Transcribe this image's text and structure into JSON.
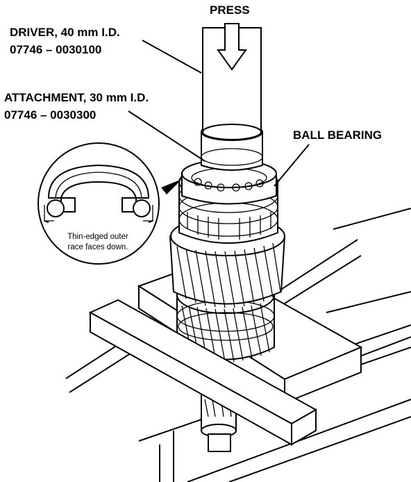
{
  "labels": {
    "press": "PRESS",
    "driver_line1": "DRIVER, 40 mm I.D.",
    "driver_line2": "07746 – 0030100",
    "attachment_line1": "ATTACHMENT, 30 mm I.D.",
    "attachment_line2": "07746 – 0030300",
    "ball_bearing": "BALL BEARING"
  },
  "inset": {
    "note_line1": "Thin-edged outer",
    "note_line2": "race faces down."
  },
  "icons": {
    "press_arrow": "down-arrow-icon"
  }
}
